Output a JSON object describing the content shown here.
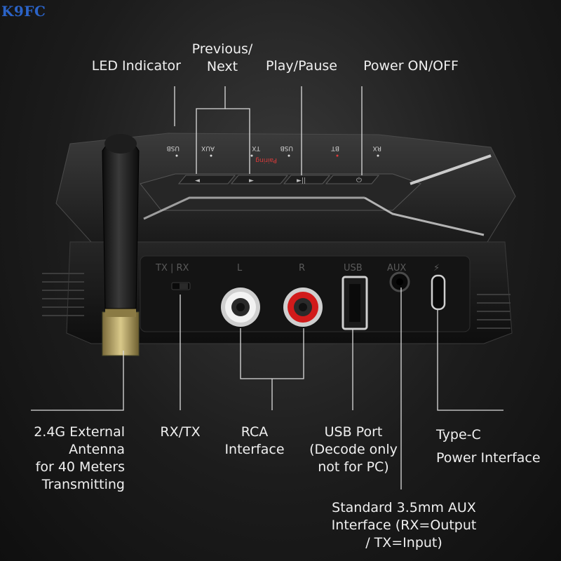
{
  "watermark": "K9FC",
  "top_labels": {
    "led": "LED Indicator",
    "prev_next": "Previous/\nNext",
    "play_pause": "Play/Pause",
    "power": "Power ON/OFF"
  },
  "device_top_markings": {
    "usb": "USB",
    "aux": "AUX",
    "tx": "TX",
    "usb2": "USB",
    "bt": "BT",
    "rx": "RX",
    "pairing": "Pairing"
  },
  "port_markings": {
    "switch": "TX | RX",
    "left": "L",
    "right": "R",
    "usb": "USB",
    "aux": "AUX",
    "power_symbol": "⚡"
  },
  "bottom_labels": {
    "antenna": "2.4G External\nAntenna\nfor 40 Meters\nTransmitting",
    "rxtx": "RX/TX",
    "rca": "RCA\nInterface",
    "usb_port": "USB Port\n(Decode only\nnot for PC)",
    "typec": "Type-C\nPower Interface",
    "aux": "Standard 3.5mm AUX\nInterface (RX=Output\n/ TX=Input)"
  },
  "colors": {
    "background": "#1c1c1c",
    "device_body": "#161616",
    "rca_red": "#d11b1b",
    "rca_white": "#e6e6e6",
    "pairing_red": "#e23b3b",
    "watermark": "#2b63c7"
  }
}
